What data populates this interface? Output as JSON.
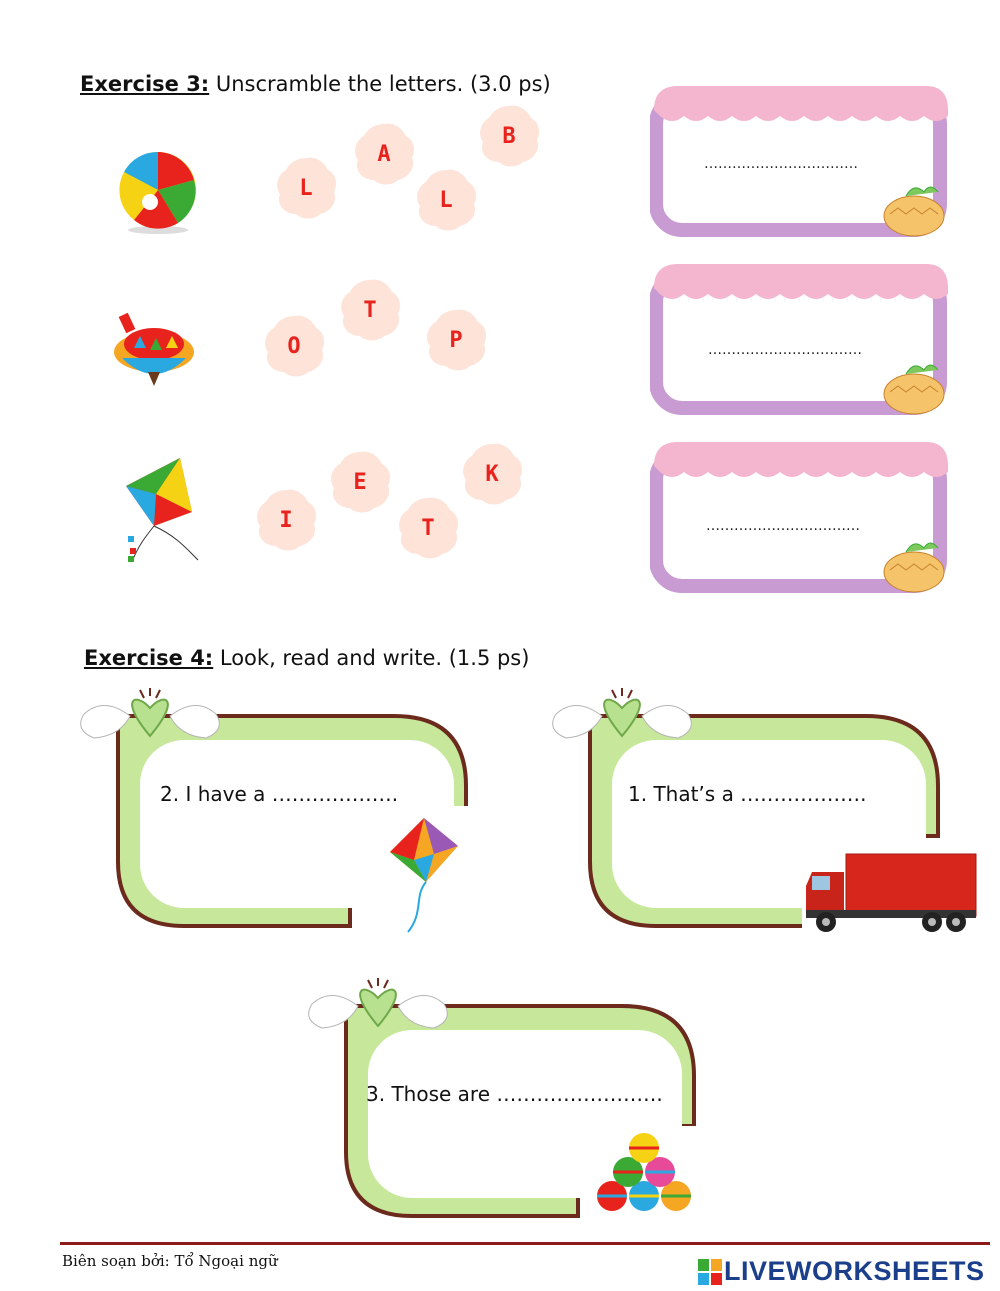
{
  "exercise3": {
    "label": "Exercise 3:",
    "instruction": " Unscramble the letters. (3.0 ps)",
    "items": [
      {
        "picture": "beach-ball",
        "letters": [
          "L",
          "A",
          "B",
          "L"
        ],
        "blank": "……………………………"
      },
      {
        "picture": "spinning-top",
        "letters": [
          "O",
          "T",
          "P"
        ],
        "blank": "……………………………"
      },
      {
        "picture": "kite",
        "letters": [
          "I",
          "E",
          "T",
          "K"
        ],
        "blank": "……………………………"
      }
    ]
  },
  "exercise4": {
    "label": "Exercise 4:",
    "instruction": " Look, read and write. (1.5 ps)",
    "cards": [
      {
        "sentence": "2. I have a ……………….",
        "picture": "kite"
      },
      {
        "sentence": "1.  That’s a ……………….",
        "picture": "truck"
      },
      {
        "sentence": "3. Those are  …………………….",
        "picture": "balls"
      }
    ]
  },
  "footer": {
    "author": "Biên soạn bởi: Tổ Ngoại ngữ",
    "brand": "LIVEWORKSHEETS"
  },
  "colors": {
    "letter": "#e8231d",
    "blob": "#fde3d8",
    "card-green": "#c7e89a",
    "card-border": "#6b2a1c",
    "footer-line": "#8b1a1a",
    "brand": "#1c3f8c"
  }
}
